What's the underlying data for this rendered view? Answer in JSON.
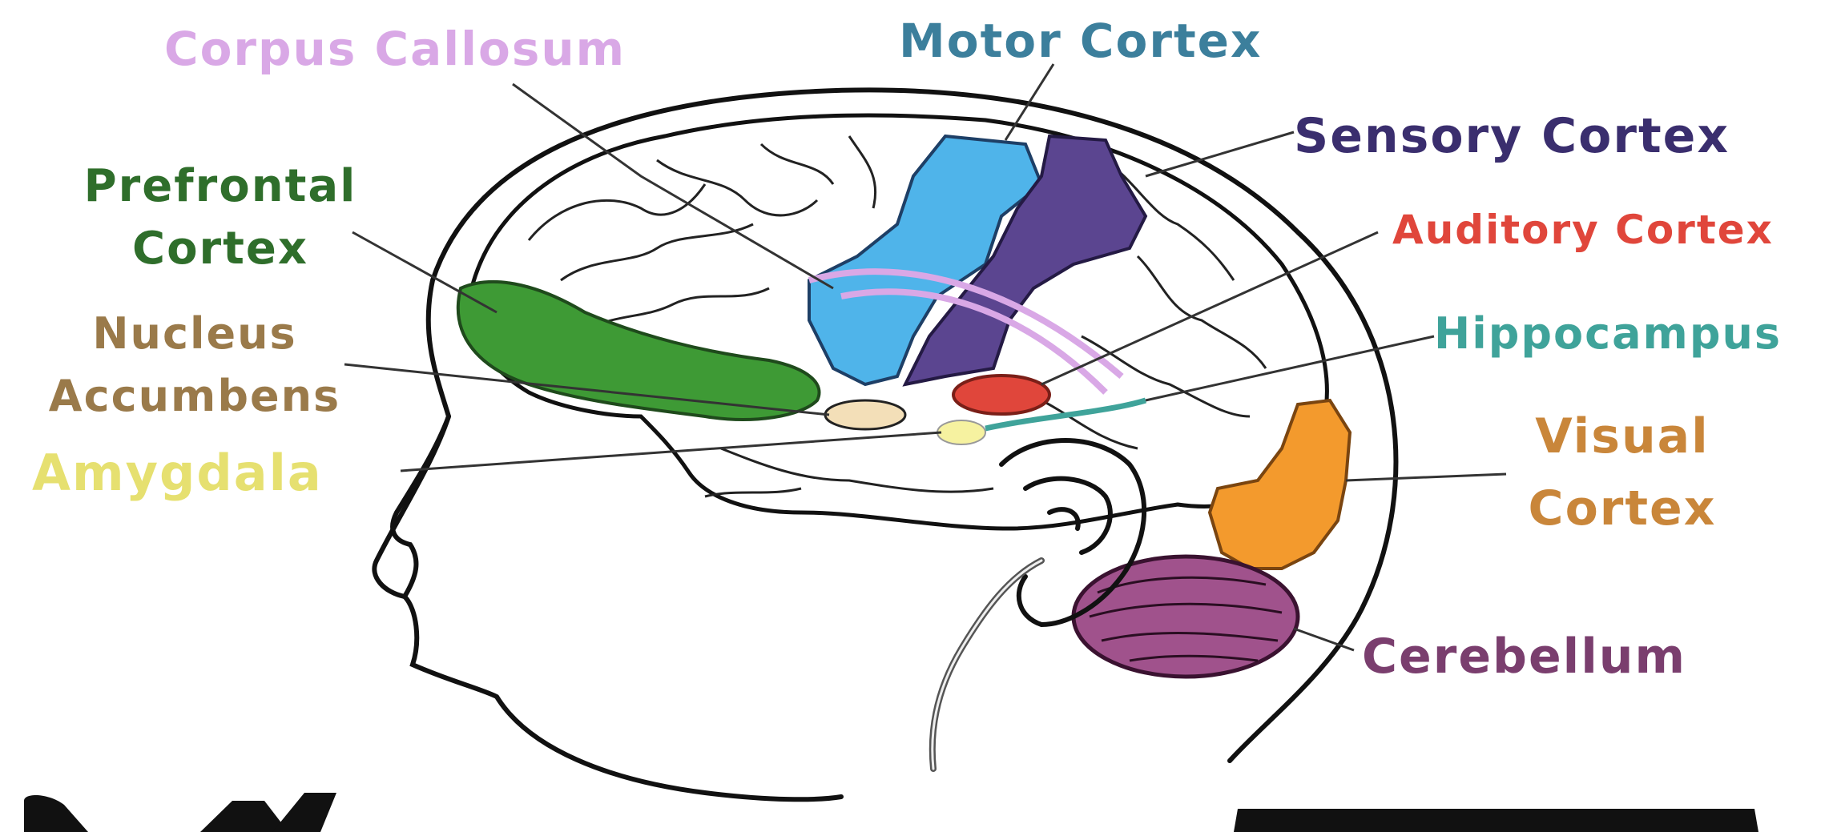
{
  "labels": {
    "corpus_callosum": "Corpus Callosum",
    "motor_cortex": "Motor Cortex",
    "sensory_cortex": "Sensory Cortex",
    "prefrontal_cortex": [
      "Prefrontal",
      "Cortex"
    ],
    "auditory_cortex": "Auditory Cortex",
    "nucleus_accumbens": [
      "Nucleus",
      "Accumbens"
    ],
    "hippocampus": "Hippocampus",
    "amygdala": "Amygdala",
    "visual_cortex": [
      "Visual",
      "Cortex"
    ],
    "cerebellum": "Cerebellum"
  },
  "colors": {
    "corpus_callosum": "#d9a8e6",
    "motor_cortex": "#3c7f9c",
    "motor_fill": "#4fb4ea",
    "sensory_cortex": "#3a2e6e",
    "sensory_fill": "#5b4590",
    "prefrontal_cortex": "#2f6e2b",
    "prefrontal_fill": "#3e9a35",
    "auditory_cortex": "#e0463b",
    "nucleus_accumbens": "#9a7a4a",
    "hippocampus": "#3fa39a",
    "amygdala": "#e6e070",
    "visual_cortex": "#c9863a",
    "visual_fill": "#f39a2d",
    "cerebellum": "#7a3e6e",
    "cerebellum_fill": "#a0528c",
    "outline": "#111111"
  },
  "icons": [
    "head-silhouette",
    "brain-outline",
    "ear-icon"
  ]
}
